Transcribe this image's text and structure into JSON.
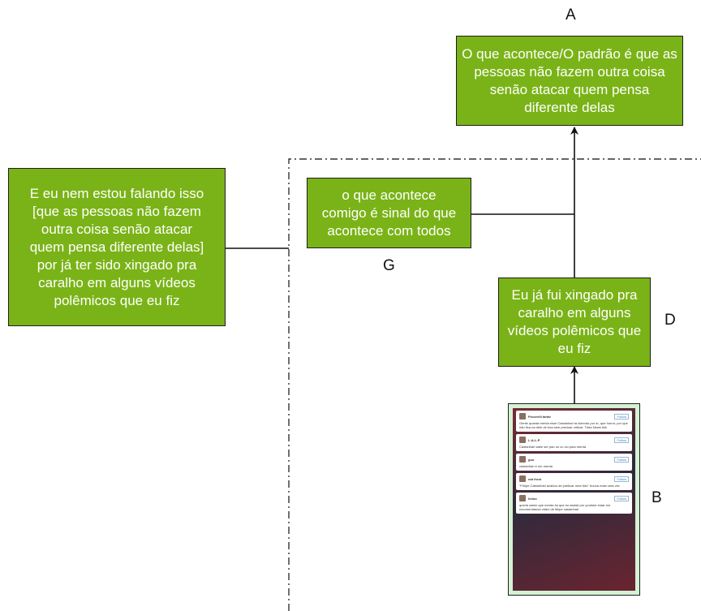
{
  "nodes": {
    "a": {
      "text": "O que acontece/O padrão é que as pessoas não fazem outra coisa senão atacar quem pensa diferente delas"
    },
    "e": {
      "text": "E eu nem estou falando isso [que as pessoas não fazem outra coisa senão atacar quem pensa diferente delas] por já ter sido xingado pra caralho em alguns vídeos polêmicos que eu fiz"
    },
    "g": {
      "text": "o que acontece comigo é sinal do que acontece com todos"
    },
    "d": {
      "text": "Eu já fui xingado pra caralho em alguns vídeos polêmicos que eu fiz"
    }
  },
  "tags": {
    "a": "A",
    "g": "G",
    "d": "D",
    "b": "B"
  },
  "screenshot": {
    "tweets": [
      {
        "name": "Pecorelli tartar",
        "text": "Gente quanta merda esse Castanhari ta dizendo por aí, que horror, por que não fica na dele de boa sem precisar criticar. Treta News kkk",
        "follow": "Follow"
      },
      {
        "name": "L-A-L-P",
        "text": "Castanhari sabe ser pau no cu viu puta merda",
        "follow": "Follow"
      },
      {
        "name": "gou",
        "text": "castanhari é um merda",
        "follow": "Follow"
      },
      {
        "name": "nat frost",
        "text": "\"Felipe Castanhari acabou de publicar uma foto\" trouxa mais uma vez",
        "follow": "Follow"
      },
      {
        "name": "heloo",
        "text": "queria saber que merda foi que eu assisti pro youtube estar me recomendando video de felipe castanhari",
        "follow": "Follow"
      }
    ]
  }
}
